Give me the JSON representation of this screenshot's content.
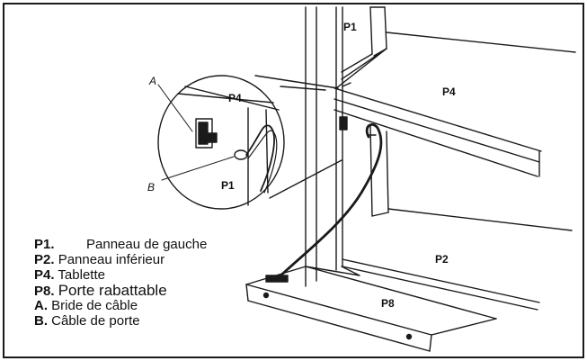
{
  "callouts": {
    "p1_top": "P1",
    "p4_right": "P4",
    "p4_inset": "P4",
    "p1_inset": "P1",
    "p2": "P2",
    "p8": "P8",
    "a": "A",
    "b": "B"
  },
  "legend": [
    {
      "code": "P1.",
      "text": "Panneau de gauche"
    },
    {
      "code": "P2.",
      "text": "Panneau inférieur"
    },
    {
      "code": "P4.",
      "text": "Tablette"
    },
    {
      "code": "P8.",
      "text": "Porte rabattable"
    },
    {
      "code": "A.",
      "text": "Bride de câble"
    },
    {
      "code": "B.",
      "text": "Câble de porte"
    }
  ]
}
